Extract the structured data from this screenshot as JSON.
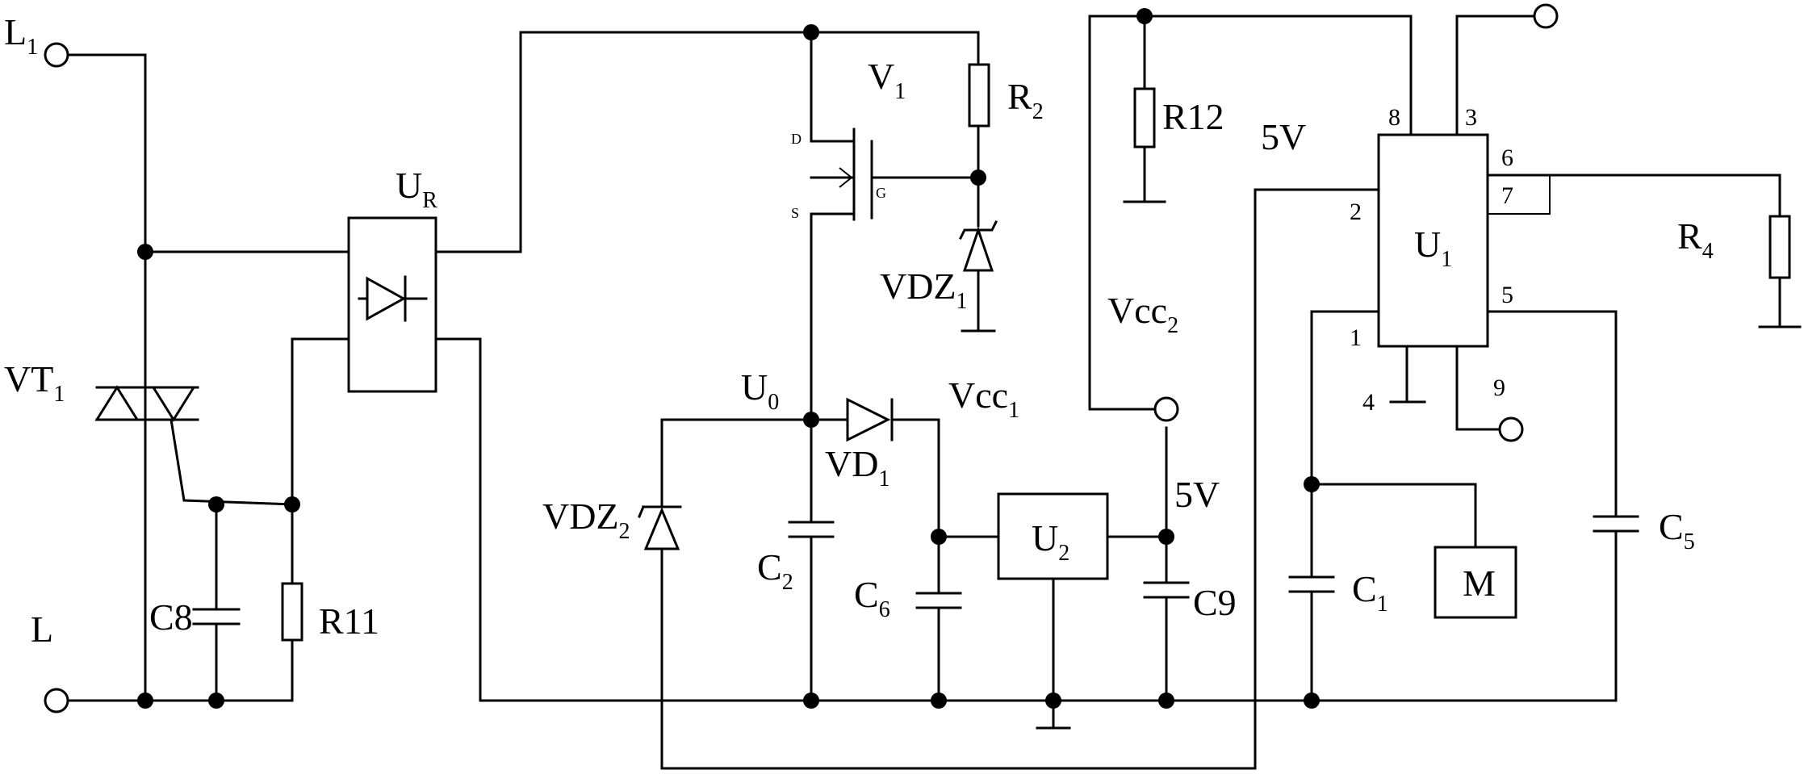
{
  "labels": {
    "L1": "L",
    "L1_sub": "1",
    "L": "L",
    "VT1": "VT",
    "VT1_sub": "1",
    "C8": "C8",
    "R11": "R11",
    "UR": "U",
    "UR_sub": "R",
    "V1": "V",
    "V1_sub": "1",
    "D": "D",
    "S": "S",
    "G": "G",
    "R2": "R",
    "R2_sub": "2",
    "VDZ1": "VDZ",
    "VDZ1_sub": "1",
    "U0": "U",
    "U0_sub": "0",
    "VD1": "VD",
    "VD1_sub": "1",
    "Vcc1": "Vcc",
    "Vcc1_sub": "1",
    "VDZ2": "VDZ",
    "VDZ2_sub": "2",
    "C2": "C",
    "C2_sub": "2",
    "C6": "C",
    "C6_sub": "6",
    "U2": "U",
    "U2_sub": "2",
    "C9": "C9",
    "five_v_top": "5V",
    "five_v_mid": "5V",
    "R12": "R12",
    "Vcc2": "Vcc",
    "Vcc2_sub": "2",
    "U1": "U",
    "U1_sub": "1",
    "C1": "C",
    "C1_sub": "1",
    "M": "M",
    "C5": "C",
    "C5_sub": "5",
    "R4": "R",
    "R4_sub": "4",
    "pins": {
      "p1": "1",
      "p2": "2",
      "p3": "3",
      "p4": "4",
      "p5": "5",
      "p6": "6",
      "p7": "7",
      "p8": "8",
      "p9": "9"
    }
  }
}
